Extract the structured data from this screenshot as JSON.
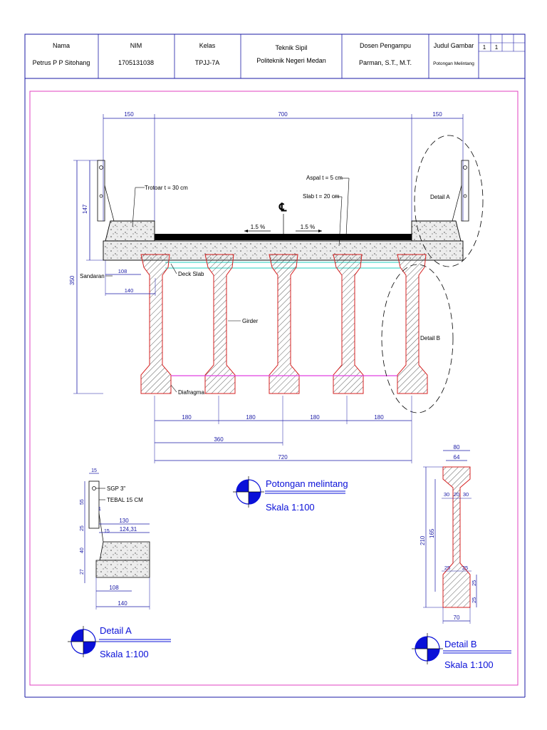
{
  "title_block": {
    "nama_label": "Nama",
    "nama_value": "Petrus P P Sitohang",
    "nim_label": "NIM",
    "nim_value": "1705131038",
    "kelas_label": "Kelas",
    "kelas_value": "TPJJ-7A",
    "dept_line1": "Teknik Sipil",
    "dept_line2": "Politeknik Negeri Medan",
    "dosen_label": "Dosen Pengampu",
    "dosen_value": "Parman, S.T., M.T.",
    "judul_label": "Judul Gambar",
    "judul_value": "Potongan Melintang",
    "sheet_1": "1",
    "sheet_2": "1"
  },
  "main_section": {
    "dim_150_left": "150",
    "dim_700": "700",
    "dim_150_right": "150",
    "dim_147": "147",
    "dim_350": "350",
    "trotoar": "Trotoar t = 30 cm",
    "aspal": "Aspal t = 5 cm",
    "slab": "Slab t = 20 cm",
    "centerline": "CL",
    "slope_left": "1.5 %",
    "slope_right": "1.5 %",
    "sandaran": "Sandaran",
    "dim_108": "108",
    "dim_140": "140",
    "deck_slab": "Deck Slab",
    "girder": "Girder",
    "diafragma": "Diafragma",
    "detail_a": "Detail A",
    "detail_b": "Detail B",
    "spacing_values": [
      "180",
      "180",
      "180",
      "180"
    ],
    "dim_360": "360",
    "dim_720": "720",
    "caption_title": "Potongan melintang",
    "caption_scale": "Skala 1:100"
  },
  "detail_a": {
    "dim_15_top": "15",
    "sgp": "SGP 3\"",
    "tebal": "TEBAL 15 CM",
    "dim_55": "55",
    "dim_1": "1",
    "dim_130": "130",
    "dim_124_31": "124,31",
    "dim_25": "25",
    "dim_15": "15",
    "dim_40": "40",
    "dim_27": "27",
    "dim_108": "108",
    "dim_140": "140",
    "caption_title": "Detail A",
    "caption_scale": "Skala 1:100"
  },
  "detail_b": {
    "dim_80": "80",
    "dim_64": "64",
    "dim_30a": "30",
    "dim_20": "20",
    "dim_30b": "30",
    "dim_210": "210",
    "dim_165": "165",
    "dim_25a": "25",
    "dim_25b": "25",
    "dim_25c": "25",
    "dim_25d": "25",
    "dim_70": "70",
    "caption_title": "Detail B",
    "caption_scale": "Skala 1:100"
  },
  "colors": {
    "frame": "#1a1aa6",
    "inner_border": "#e040c0",
    "girder_outline": "#d62020",
    "dimension": "#1a1aa6",
    "diaphragm": "#e040e0",
    "deck_gap": "#20d0c0",
    "symbol_blue": "#0a10d8",
    "asphalt": "#000000"
  }
}
